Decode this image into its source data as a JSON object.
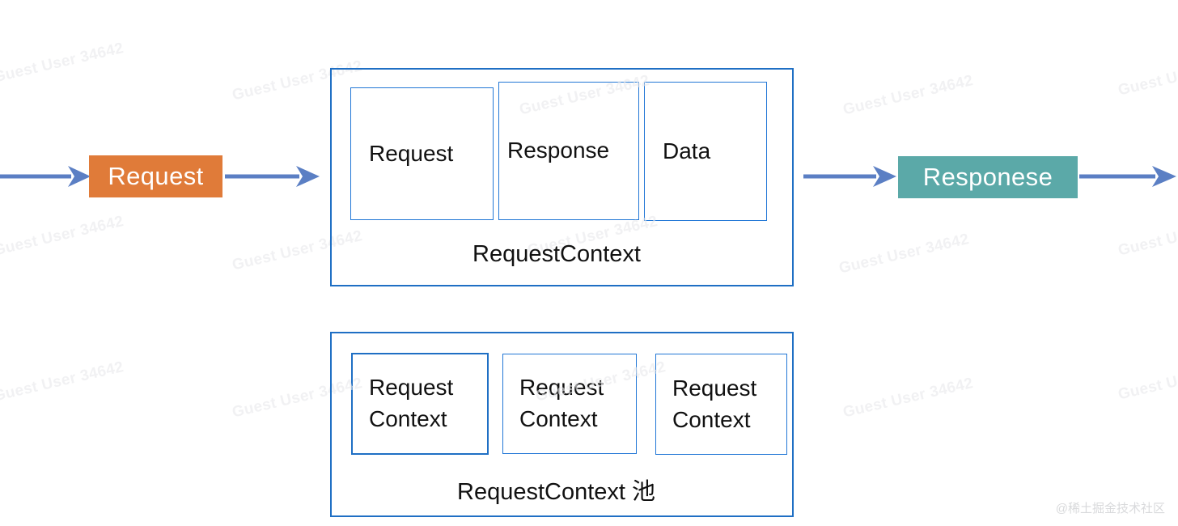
{
  "diagram": {
    "title": "RequestContext pooling flow",
    "colors": {
      "request_chip_bg": "#E07B39",
      "response_chip_bg": "#5BA9A8",
      "arrow": "#5B7FC4",
      "box_border": "#2277D6",
      "box_border_strong": "#1F6FC4",
      "canvas_bg": "#FFFFFF",
      "text": "#111111",
      "watermark": "#E9EAEC"
    },
    "flow": {
      "request_chip": "Request",
      "response_chip": "Responese"
    },
    "context_box": {
      "caption": "RequestContext",
      "fields": [
        {
          "label": "Request"
        },
        {
          "label": "Response"
        },
        {
          "label": "Data"
        }
      ]
    },
    "pool_box": {
      "caption": "RequestContext 池",
      "items": [
        {
          "label": "Request\nContext",
          "active": true
        },
        {
          "label": "Request\nContext",
          "active": false
        },
        {
          "label": "Request\nContext",
          "active": false
        }
      ]
    },
    "arrows": [
      {
        "name": "arrow-inbound",
        "direction": "right"
      },
      {
        "name": "arrow-request-to-context",
        "direction": "right"
      },
      {
        "name": "arrow-context-to-response",
        "direction": "right"
      },
      {
        "name": "arrow-outbound",
        "direction": "right"
      }
    ]
  },
  "watermarks": {
    "tile_text": "Guest User 34642",
    "brand": "@稀土掘金技术社区"
  }
}
